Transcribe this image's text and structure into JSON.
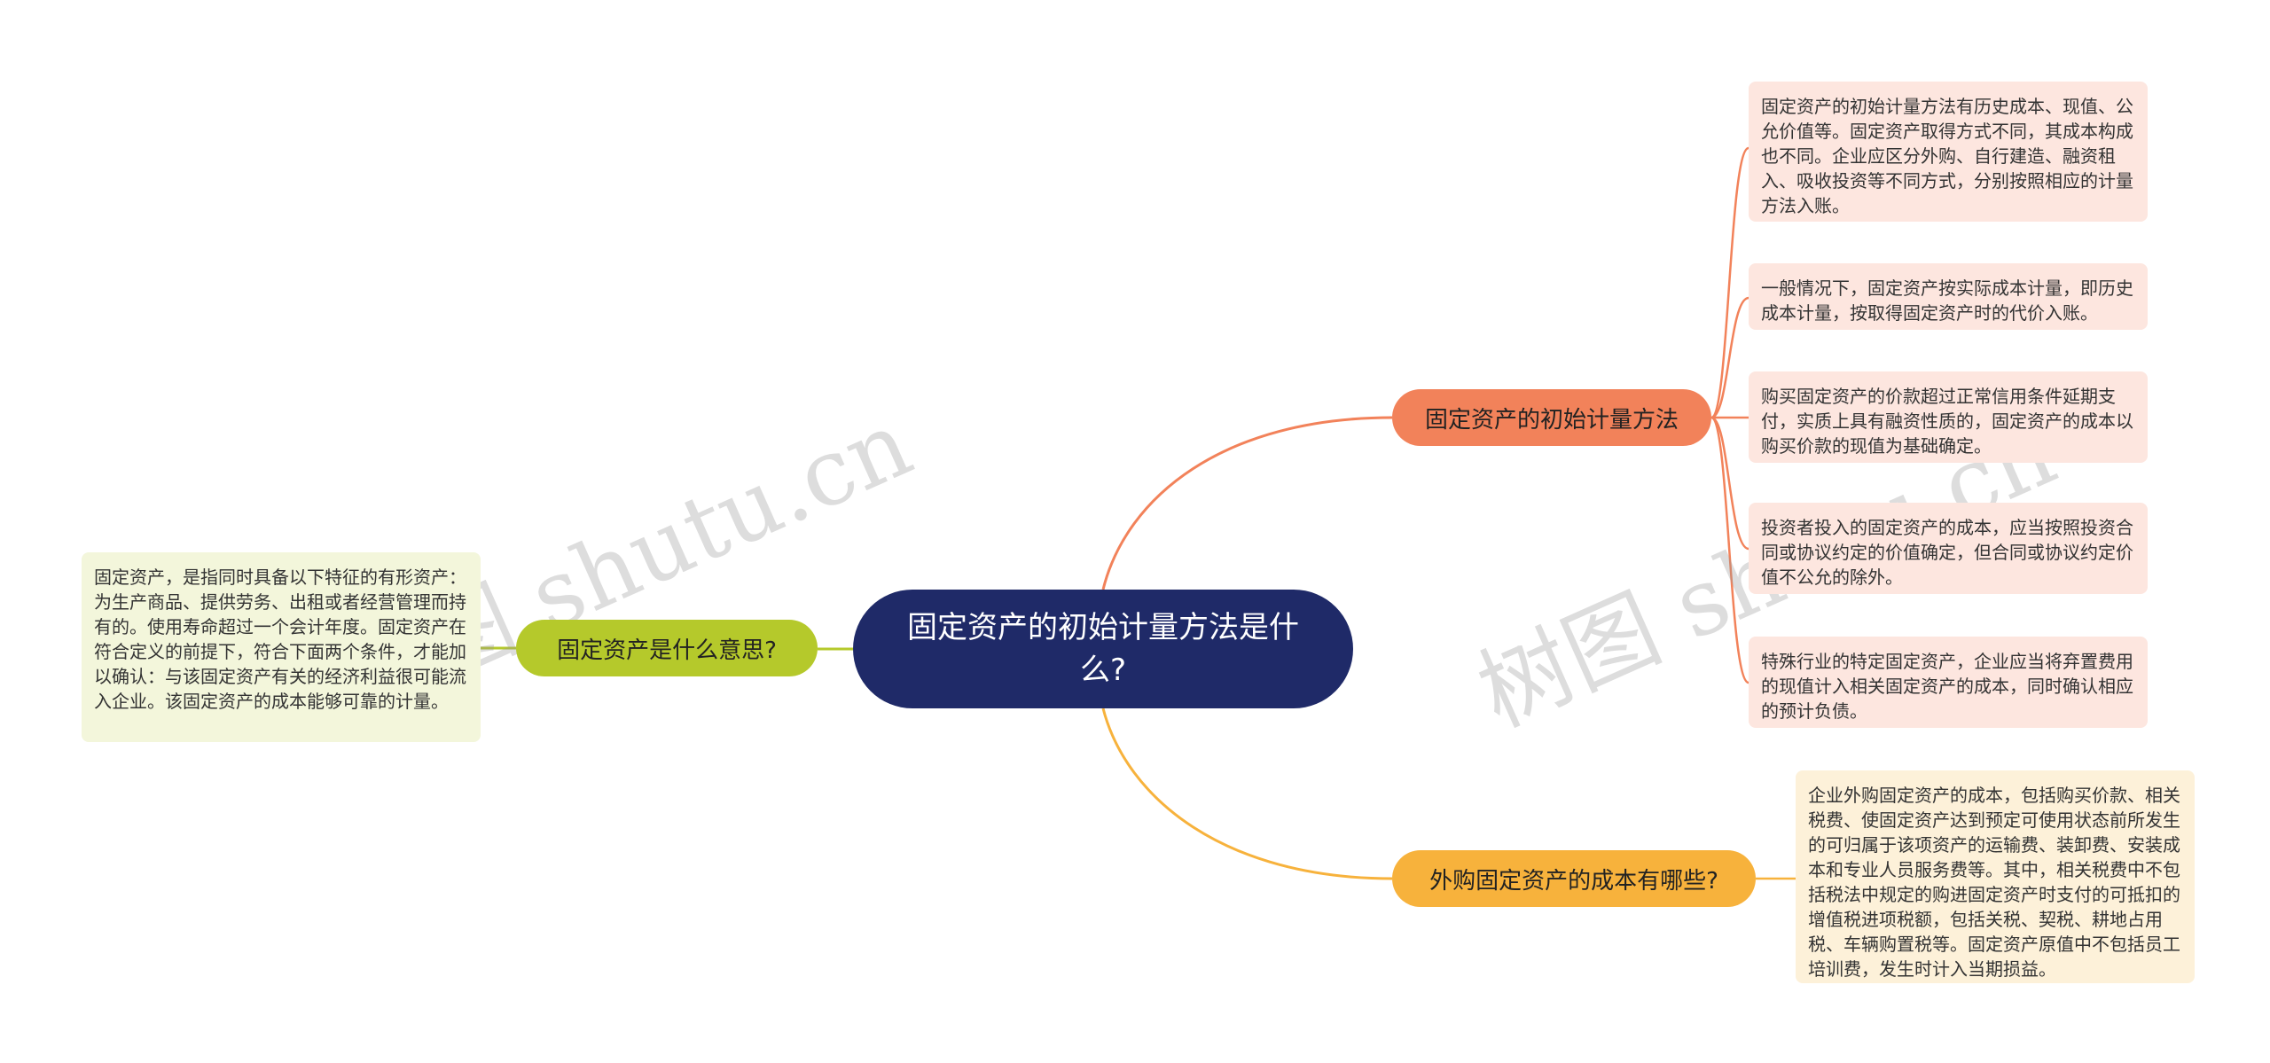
{
  "root": {
    "title": "固定资产的初始计量方法是什么?"
  },
  "branches": {
    "left": {
      "label": "固定资产是什么意思?",
      "color": "#b5c92b"
    },
    "top": {
      "label": "固定资产的初始计量方法",
      "color": "#f2825a"
    },
    "bottom": {
      "label": "外购固定资产的成本有哪些?",
      "color": "#f7b23c"
    }
  },
  "leaves": {
    "left": "固定资产，是指同时具备以下特征的有形资产：为生产商品、提供劳务、出租或者经营管理而持有的。使用寿命超过一个会计年度。固定资产在符合定义的前提下，符合下面两个条件，才能加以确认：与该固定资产有关的经济利益很可能流入企业。该固定资产的成本能够可靠的计量。",
    "top": [
      "固定资产的初始计量方法有历史成本、现值、公允价值等。固定资产取得方式不同，其成本构成也不同。企业应区分外购、自行建造、融资租入、吸收投资等不同方式，分别按照相应的计量方法入账。",
      "一般情况下，固定资产按实际成本计量，即历史成本计量，按取得固定资产时的代价入账。",
      "购买固定资产的价款超过正常信用条件延期支付，实质上具有融资性质的，固定资产的成本以购买价款的现值为基础确定。",
      "投资者投入的固定资产的成本，应当按照投资合同或协议约定的价值确定，但合同或协议约定价值不公允的除外。",
      "特殊行业的特定固定资产，企业应当将弃置费用的现值计入相关固定资产的成本，同时确认相应的预计负债。"
    ],
    "bottom": "企业外购固定资产的成本，包括购买价款、相关税费、使固定资产达到预定可使用状态前所发生的可归属于该项资产的运输费、装卸费、安装成本和专业人员服务费等。其中，相关税费中不包括税法中规定的购进固定资产时支付的可抵扣的增值税进项税额，包括关税、契税、耕地占用税、车辆购置税等。固定资产原值中不包括员工培训费，发生时计入当期损益。"
  },
  "watermarks": [
    "树图 shutu.cn",
    "树图 shutu.cn"
  ],
  "colors": {
    "root": "#1f2a68",
    "leaf_left": "#f3f6db",
    "leaf_top": "#fde6df",
    "leaf_bottom": "#fdf1d9"
  }
}
